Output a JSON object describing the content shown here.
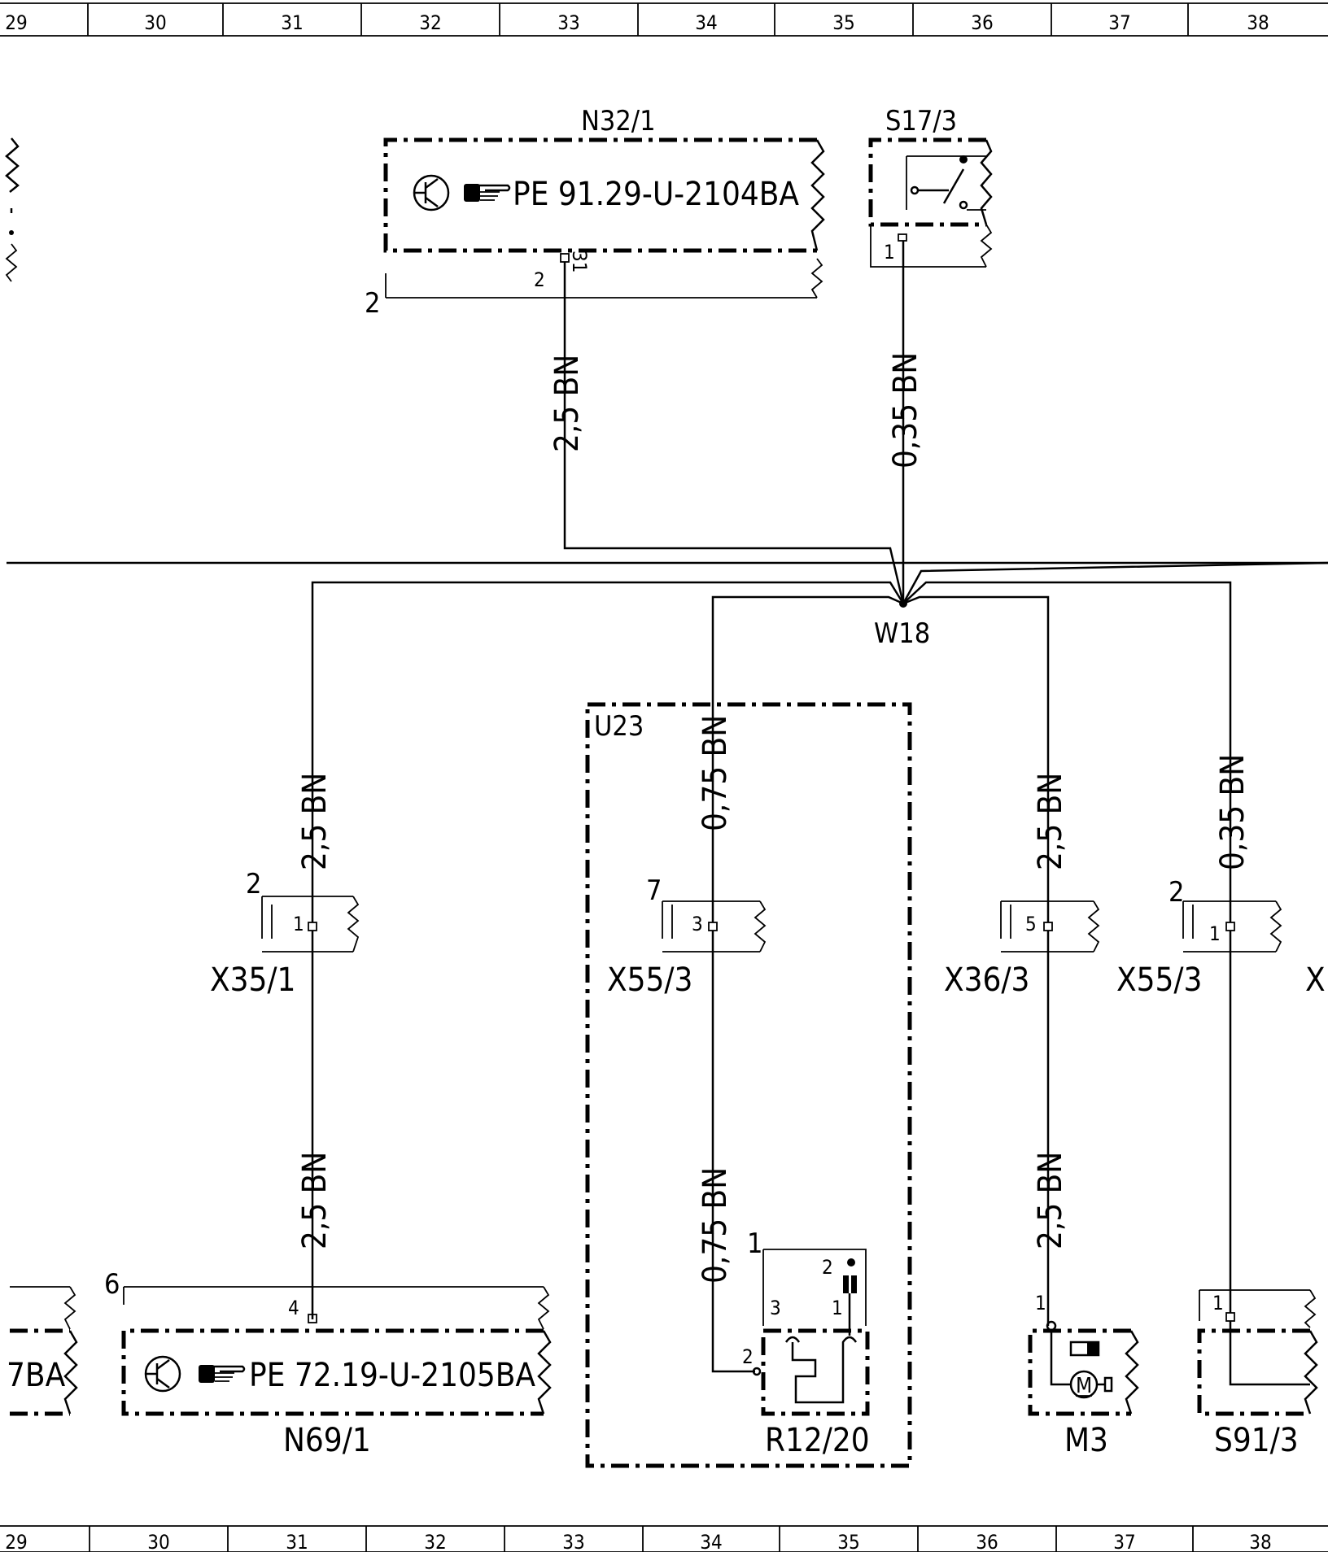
{
  "grid": {
    "numbers": [
      "29",
      "30",
      "31",
      "32",
      "33",
      "34",
      "35",
      "36",
      "37",
      "38"
    ]
  },
  "components": {
    "n32_1": {
      "name": "N32/1",
      "ref": "PE  91.29-U-2104BA",
      "pin_ground": "2",
      "pin_a": "2",
      "pin_b": "31"
    },
    "s17_3": {
      "name": "S17/3",
      "pin": "1"
    },
    "w18": {
      "name": "W18"
    },
    "u23": {
      "name": "U23"
    },
    "x35_1": {
      "name": "X35/1",
      "pin": "1",
      "side": "2"
    },
    "x55_3a": {
      "name": "X55/3",
      "pin": "3",
      "side": "7"
    },
    "x36_3": {
      "name": "X36/3",
      "pin": "5"
    },
    "x55_3b": {
      "name": "X55/3",
      "pin": "1",
      "side": "2"
    },
    "x_cut": {
      "name": "X"
    },
    "n69_1": {
      "name": "N69/1",
      "ref": "PE  72.19-U-2105BA",
      "pin": "4",
      "side": "6"
    },
    "left_cut": {
      "ref": "7BA"
    },
    "r12_20": {
      "name": "R12/20",
      "pin1": "1",
      "pin2": "2",
      "pin3": "3",
      "pin_c2": "2",
      "pin_c1": "1"
    },
    "m3": {
      "name": "M3",
      "pin": "1",
      "motor": "M"
    },
    "s91_3": {
      "name": "S91/3",
      "pin": "1"
    }
  },
  "wires": {
    "n32_w18": "2,5  BN",
    "s17_w18": "0,35  BN",
    "w18_x35": "2,5  BN",
    "w18_x55a": "0,75  BN",
    "w18_x36": "2,5  BN",
    "w18_x55b": "0,35  BN",
    "x35_n69": "2,5  BN",
    "x55a_r12": "0,75  BN",
    "x36_m3": "2,5  BN"
  }
}
